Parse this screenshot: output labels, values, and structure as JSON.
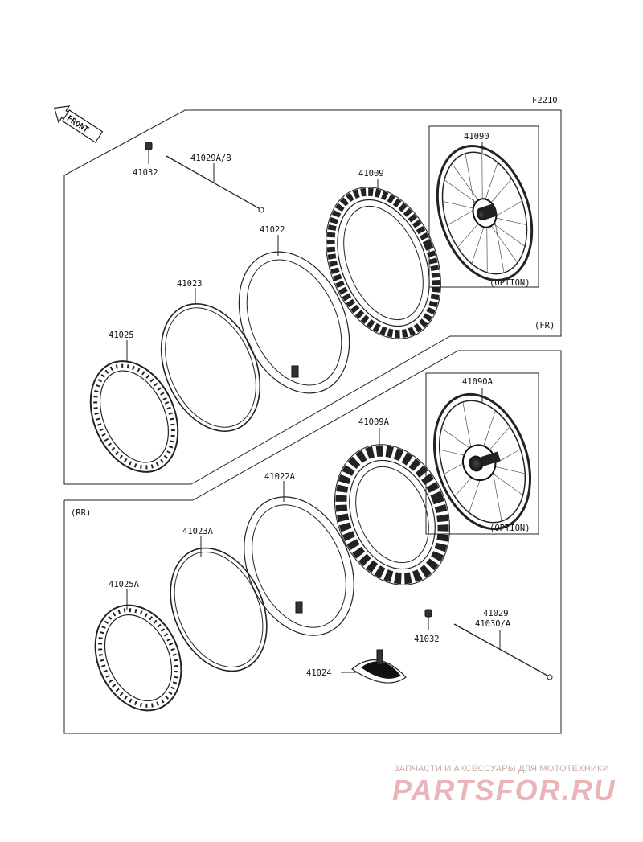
{
  "figure_code": "F2210",
  "front_label": "FRONT",
  "sections": {
    "front": "(FR)",
    "rear": "(RR)"
  },
  "option_label": "(OPTION)",
  "parts": {
    "p41032_front": "41032",
    "p41029ab": "41029A/B",
    "p41009": "41009",
    "p41090": "41090",
    "p41022": "41022",
    "p41023": "41023",
    "p41025": "41025",
    "p41090a": "41090A",
    "p41009a": "41009A",
    "p41022a": "41022A",
    "p41023a": "41023A",
    "p41025a": "41025A",
    "p41029": "41029",
    "p41030a": "41030/A",
    "p41032_rear": "41032",
    "p41024": "41024"
  },
  "watermark": {
    "tagline": "ЗАПЧАСТИ И АКСЕССУАРЫ ДЛЯ МОТОТЕХНИКИ",
    "brand": "PARTSFOR.RU"
  },
  "colors": {
    "line": "#222222",
    "watermark": "#e9b5b8"
  }
}
